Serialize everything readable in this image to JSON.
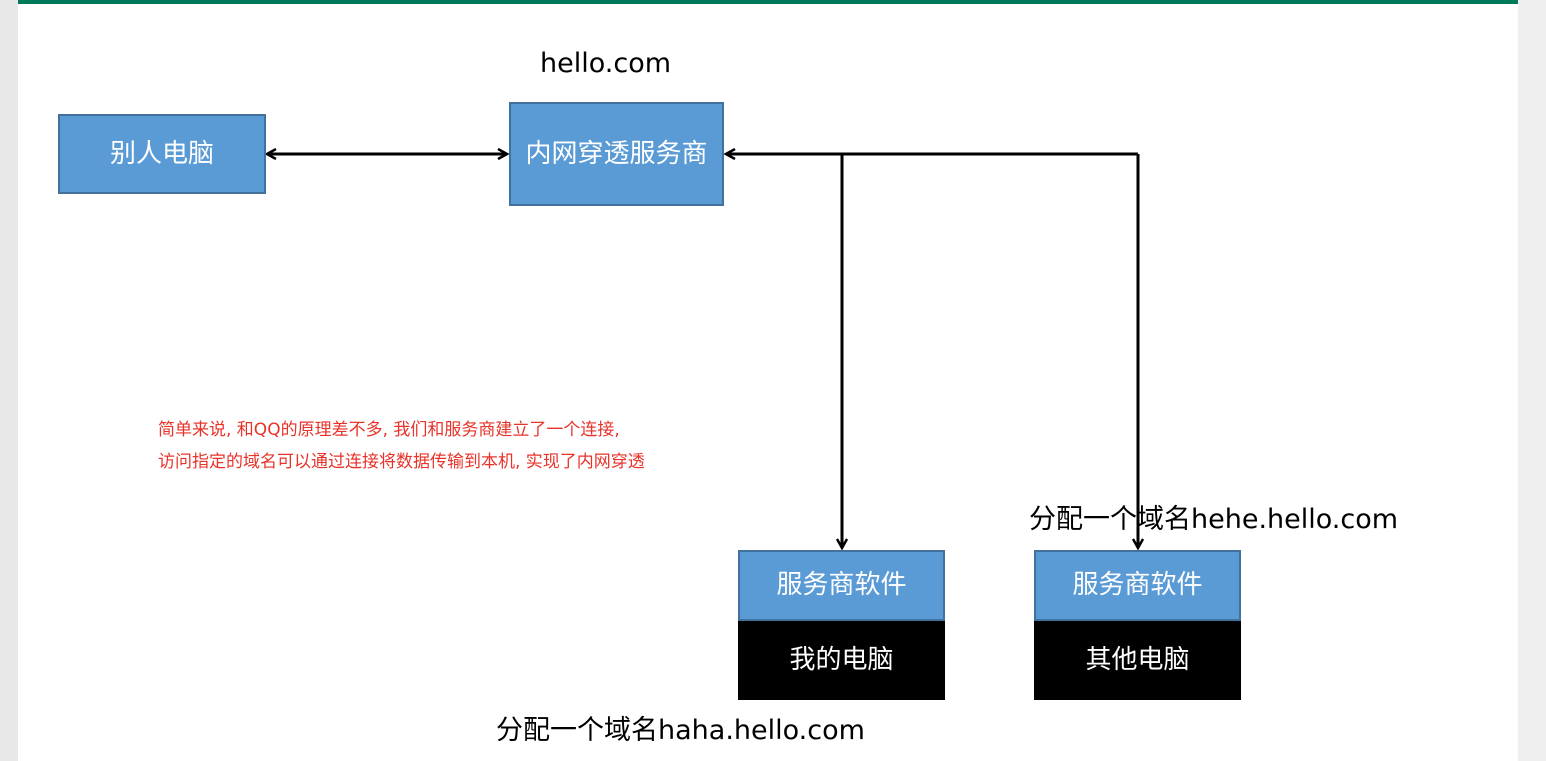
{
  "diagram": {
    "top_label": "hello.com",
    "nodes": {
      "others_computer": "别人电脑",
      "tunnel_provider": "内网穿透服务商",
      "provider_software_1": "服务商软件",
      "my_computer": "我的电脑",
      "provider_software_2": "服务商软件",
      "other_computer": "其他电脑"
    },
    "domain_labels": {
      "hehe": "分配一个域名hehe.hello.com",
      "haha": "分配一个域名haha.hello.com"
    },
    "note": {
      "line1": "简单来说, 和QQ的原理差不多, 我们和服务商建立了一个连接,",
      "line2": "访问指定的域名可以通过连接将数据传输到本机, 实现了内网穿透"
    }
  },
  "colors": {
    "box_fill": "#5b9bd5",
    "box_border": "#41719c",
    "computer_fill": "#000000",
    "note_text": "#e8332a",
    "top_bar": "#007a5a"
  }
}
